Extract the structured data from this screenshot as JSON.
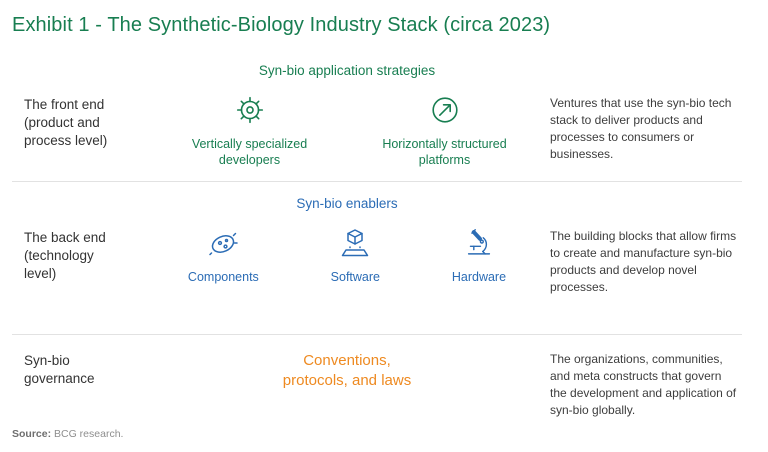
{
  "title": "Exhibit 1 - The Synthetic-Biology Industry Stack (circa 2023)",
  "sections": [
    {
      "heading": "Syn-bio application strategies",
      "row_label": "The front end (product and process level)",
      "items": [
        {
          "icon": "gear-icon",
          "label": "Vertically specialized developers"
        },
        {
          "icon": "arrow-circle-icon",
          "label": "Horizontally structured platforms"
        }
      ],
      "description": "Ventures that use the syn-bio tech stack to deliver products and processes to consumers or businesses."
    },
    {
      "heading": "Syn-bio enablers",
      "row_label": "The back end (technology level)",
      "items": [
        {
          "icon": "cell-icon",
          "label": "Components"
        },
        {
          "icon": "cube-software-icon",
          "label": "Software"
        },
        {
          "icon": "microscope-icon",
          "label": "Hardware"
        }
      ],
      "description": "The building blocks that allow firms to create and manufacture syn-bio products and develop novel processes."
    },
    {
      "row_label": "Syn-bio governance",
      "center_text": "Conventions, protocols, and laws",
      "description": "The organizations, communities, and meta constructs that govern the development and application of syn-bio globally."
    }
  ],
  "footer": {
    "source_label": "Source:",
    "source_text": "BCG research."
  },
  "colors": {
    "green": "#187e51",
    "blue": "#2b6cb5",
    "orange": "#ee8a21",
    "divider": "#e2e2e2"
  }
}
